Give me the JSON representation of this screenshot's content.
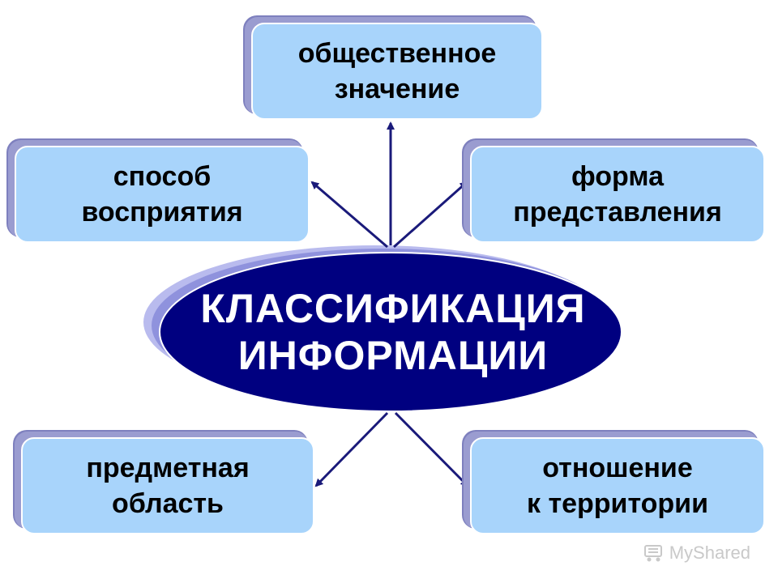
{
  "center": {
    "line1": "КЛАССИФИКАЦИЯ",
    "line2": "ИНФОРМАЦИИ"
  },
  "nodes": {
    "top": {
      "line1": "общественное",
      "line2": "значение"
    },
    "upper_left": {
      "line1": "способ",
      "line2": "восприятия"
    },
    "upper_right": {
      "line1": "форма",
      "line2": "представления"
    },
    "lower_left": {
      "line1": "предметная",
      "line2": "область"
    },
    "lower_right": {
      "line1": "отношение",
      "line2": "к территории"
    }
  },
  "watermark": {
    "text": "MyShared",
    "icon": "cart-icon"
  },
  "colors": {
    "box_fill": "#a8d4fb",
    "box_shadow": "#9a9cd0",
    "ellipse_fill": "#000080",
    "ellipse_shadow": "#8f92dd",
    "arrow": "#1a1a7a"
  }
}
